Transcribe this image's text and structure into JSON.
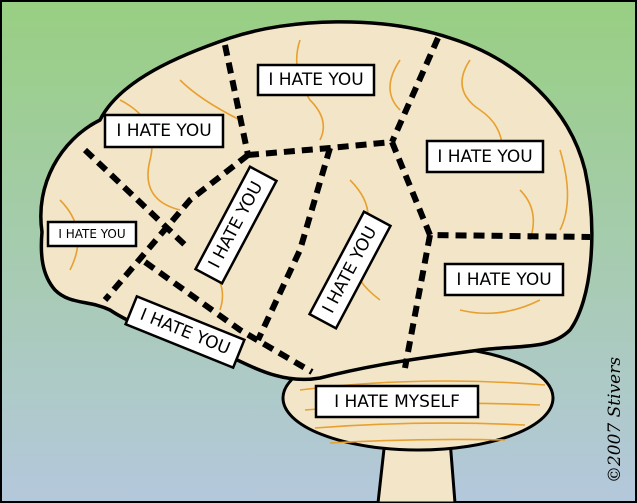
{
  "comic": {
    "labels": [
      "I HATE YOU",
      "I HATE YOU",
      "I HATE YOU",
      "I HATE YOU",
      "I HATE YOU",
      "I HATE YOU",
      "I HATE YOU",
      "I HATE YOU",
      "I HATE MYSELF"
    ],
    "signature": "©2007 Stivers"
  },
  "colors": {
    "sky_top": "#98cf82",
    "sky_bottom": "#b4c8dc",
    "brain": "#f3e6c8",
    "vein": "#e8a030"
  }
}
